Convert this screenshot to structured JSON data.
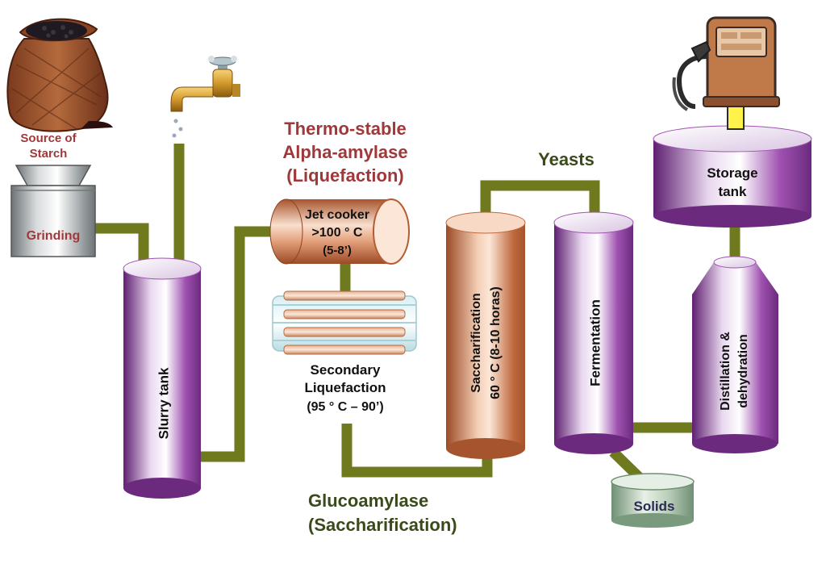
{
  "labels": {
    "source_of_starch": [
      "Source of",
      "Starch"
    ],
    "grinding": "Grinding",
    "slurry_tank": "Slurry tank",
    "thermo_title": [
      "Thermo-stable",
      "Alpha-amylase",
      "(Liquefaction)"
    ],
    "jet_cooker": [
      "Jet cooker",
      ">100 ° C",
      "(5-8’)"
    ],
    "secondary_liquefaction": [
      "Secondary",
      "Liquefaction",
      "(95 ° C – 90’)"
    ],
    "glucoamylase": [
      "Glucoamylase",
      "(Saccharification)"
    ],
    "saccharification": [
      "Saccharification",
      "60 ° C (8-10 horas)"
    ],
    "yeasts": "Yeasts",
    "fermentation": "Fermentation",
    "solids": "Solids",
    "distillation": [
      "Distillation &",
      "dehydration"
    ],
    "storage_tank": [
      "Storage",
      "tank"
    ]
  },
  "colors": {
    "pipe": "#6e7a1d",
    "purple": "#8a3e99",
    "copper": "#c8734a",
    "red_text": "#a0383a",
    "green_text": "#3b4a1a",
    "arrow": "#fff24a"
  },
  "icons": [
    "sack-icon",
    "faucet-icon",
    "fuel-pump-icon",
    "up-arrow-icon"
  ]
}
